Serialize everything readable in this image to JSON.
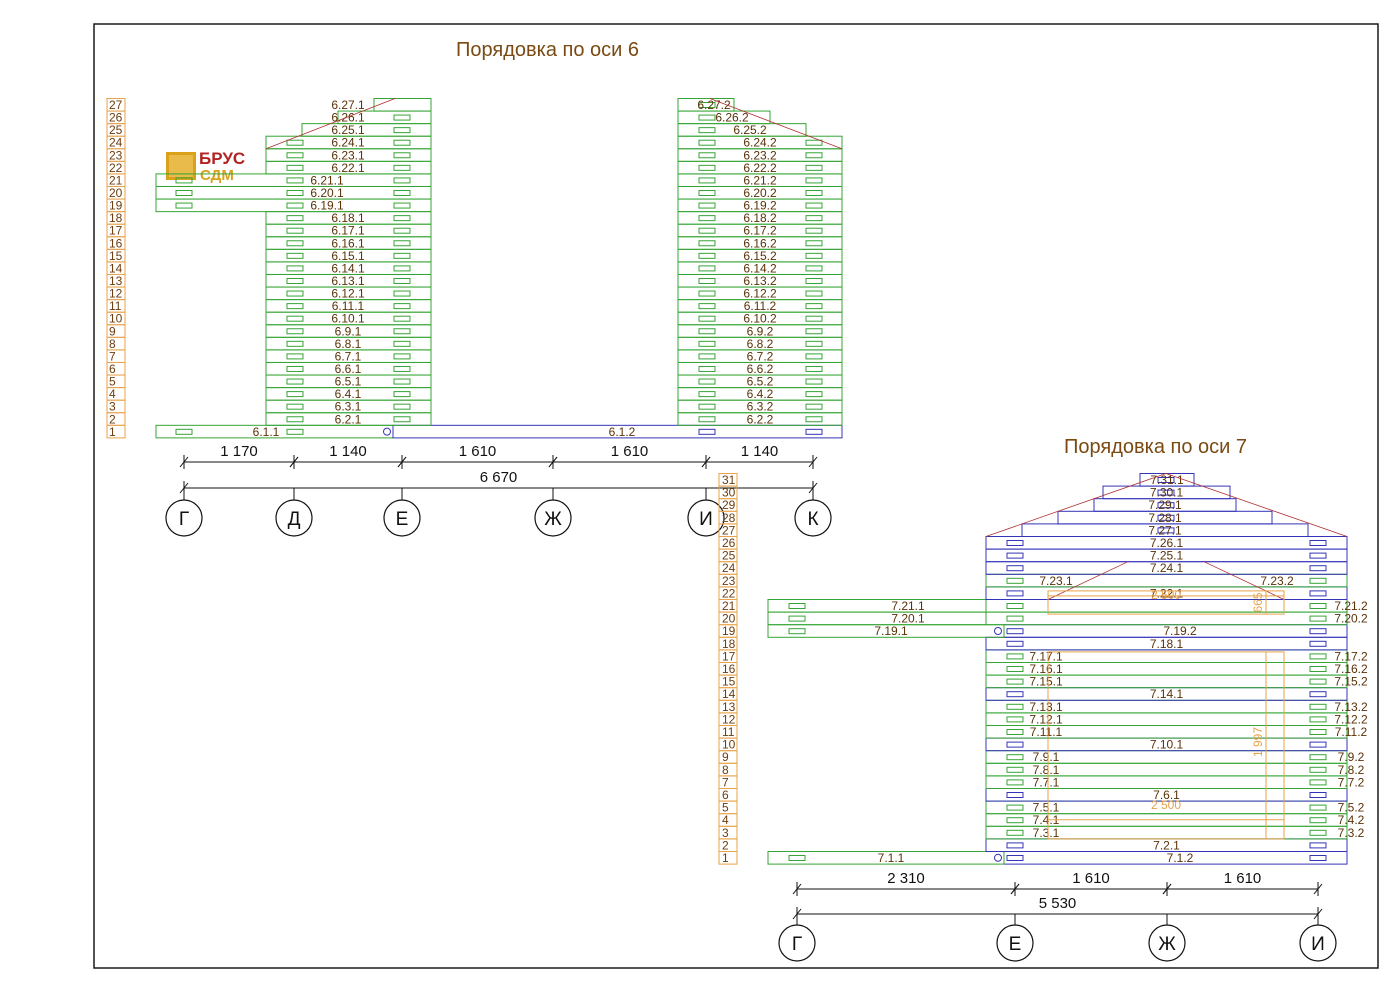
{
  "titles": {
    "axis6": "Порядовка по оси 6",
    "axis7": "Порядовка по оси 7"
  },
  "logo": {
    "line1": "БРУС",
    "line2": "СДМ",
    "icon": "wood-block-icon"
  },
  "colors": {
    "green_log": "#35a535",
    "blue_log": "#3434b8",
    "label": "#5a3208",
    "title": "#7a4a12",
    "row_box": "#e8a24a",
    "roof_line": "#b03030",
    "opening": "#e8a24a"
  },
  "axis6": {
    "row_numbers": [
      "27",
      "26",
      "25",
      "24",
      "23",
      "22",
      "21",
      "20",
      "19",
      "18",
      "17",
      "16",
      "15",
      "14",
      "13",
      "12",
      "11",
      "10",
      "9",
      "8",
      "7",
      "6",
      "5",
      "4",
      "3",
      "2",
      "1"
    ],
    "wall1_labels": [
      "6.27.1",
      "6.26.1",
      "6.25.1",
      "6.24.1",
      "6.23.1",
      "6.22.1",
      "6.21.1",
      "6.20.1",
      "6.19.1",
      "6.18.1",
      "6.17.1",
      "6.16.1",
      "6.15.1",
      "6.14.1",
      "6.13.1",
      "6.12.1",
      "6.11.1",
      "6.10.1",
      "6.9.1",
      "6.8.1",
      "6.7.1",
      "6.6.1",
      "6.5.1",
      "6.4.1",
      "6.3.1",
      "6.2.1",
      "6.1.1"
    ],
    "wall2_labels": [
      "6.27.2",
      "6.26.2",
      "6.25.2",
      "6.24.2",
      "6.23.2",
      "6.22.2",
      "6.21.2",
      "6.20.2",
      "6.19.2",
      "6.18.2",
      "6.17.2",
      "6.16.2",
      "6.15.2",
      "6.14.2",
      "6.13.2",
      "6.12.2",
      "6.11.2",
      "6.10.2",
      "6.9.2",
      "6.8.2",
      "6.7.2",
      "6.6.2",
      "6.5.2",
      "6.4.2",
      "6.3.2",
      "6.2.2",
      "6.1.2"
    ],
    "spans": [
      "1 170",
      "1 140",
      "1 610",
      "1 610",
      "1 140"
    ],
    "total": "6 670",
    "axes": [
      "Г",
      "Д",
      "Е",
      "Ж",
      "И",
      "К"
    ]
  },
  "axis7": {
    "row_numbers": [
      "31",
      "30",
      "29",
      "28",
      "27",
      "26",
      "25",
      "24",
      "23",
      "22",
      "21",
      "20",
      "19",
      "18",
      "17",
      "16",
      "15",
      "14",
      "13",
      "12",
      "11",
      "10",
      "9",
      "8",
      "7",
      "6",
      "5",
      "4",
      "3",
      "2",
      "1"
    ],
    "center_labels": {
      "r31": "7.31.1",
      "r30": "7.30.1",
      "r29": "7.29.1",
      "r28": "7.28.1",
      "r27": "7.27.1",
      "r26": "7.26.1",
      "r25": "7.25.1",
      "r24": "7.24.1",
      "r22": "7.22.1",
      "r19": "7.19.2",
      "r18": "7.18.1",
      "r14": "7.14.1",
      "r10": "7.10.1",
      "r6": "7.6.1",
      "r2": "7.2.1",
      "r1": "7.1.2"
    },
    "left_labels": {
      "r23": "7.23.1",
      "r21": "7.21.1",
      "r20": "7.20.1",
      "r19": "7.19.1",
      "r17": "7.17.1",
      "r16": "7.16.1",
      "r15": "7.15.1",
      "r13": "7.13.1",
      "r12": "7.12.1",
      "r11": "7.11.1",
      "r9": "7.9.1",
      "r8": "7.8.1",
      "r7": "7.7.1",
      "r5": "7.5.1",
      "r4": "7.4.1",
      "r3": "7.3.1",
      "r1": "7.1.1"
    },
    "right_labels": {
      "r23": "7.23.2",
      "r21": "7.21.2",
      "r20": "7.20.2",
      "r17": "7.17.2",
      "r16": "7.16.2",
      "r15": "7.15.2",
      "r13": "7.13.2",
      "r12": "7.12.2",
      "r11": "7.11.2",
      "r9": "7.9.2",
      "r8": "7.8.2",
      "r7": "7.7.2",
      "r5": "7.5.2",
      "r4": "7.4.2",
      "r3": "7.3.2"
    },
    "opening_dims": {
      "window_width": "2 500",
      "window_height": "665",
      "door_width": "2 500",
      "door_height": "1 997"
    },
    "spans": [
      "2 310",
      "1 610",
      "1 610"
    ],
    "total": "5 530",
    "axes": [
      "Г",
      "Е",
      "Ж",
      "И"
    ]
  }
}
